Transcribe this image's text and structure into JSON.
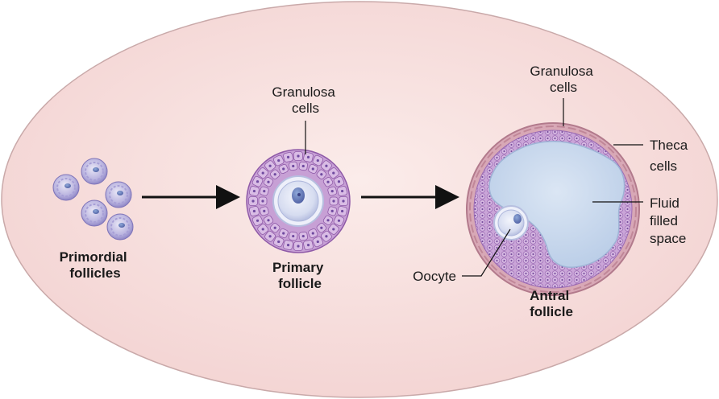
{
  "labels": {
    "primordial_line1": "Primordial",
    "primordial_line2": "follicles",
    "primary_line1": "Primary",
    "primary_line2": "follicle",
    "antral_line1": "Antral",
    "antral_line2": "follicle",
    "granulosa1_line1": "Granulosa",
    "granulosa1_line2": "cells",
    "granulosa2_line1": "Granulosa",
    "granulosa2_line2": "cells",
    "theca_line1": "Theca",
    "theca_line2": "cells",
    "fluid_line1": "Fluid",
    "fluid_line2": "filled",
    "fluid_line3": "space",
    "oocyte": "Oocyte"
  },
  "colors": {
    "background_ellipse": "#f7dedd",
    "ellipse_border": "#c9a9a9",
    "granulosa_fill": "#c9a3d6",
    "cell_outline": "#8f5aa8",
    "nucleus": "#6f4aa0",
    "oocyte_fill": "#dfe6f5",
    "fluid_fill": "#c5d6ec",
    "theca": "#d9a3b0",
    "arrow": "#111111"
  }
}
